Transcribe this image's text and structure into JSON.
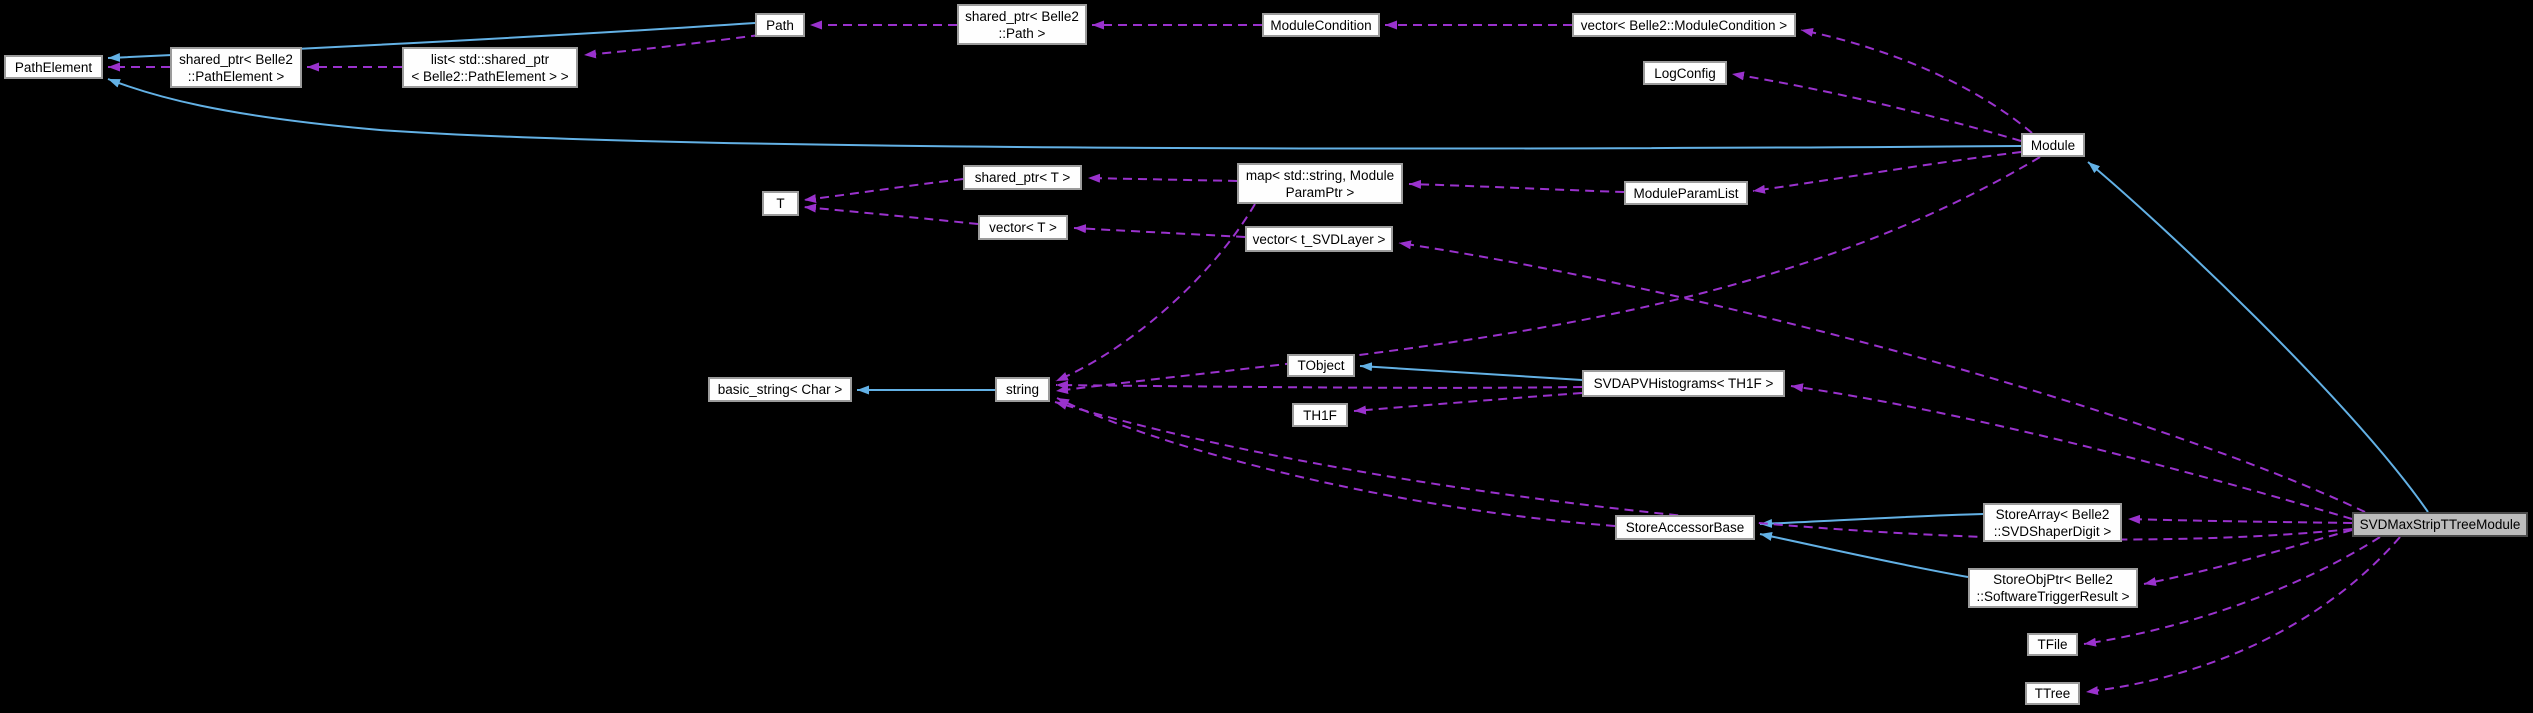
{
  "colors": {
    "background": "#000000",
    "node_fill": "#fefefe",
    "node_border": "#9b9b9b",
    "highlight_fill": "#bcbcbc",
    "highlight_border": "#4a4a4a",
    "text": "#000000",
    "inheritance_edge": "#63b1e5",
    "usage_edge": "#9a32cd"
  },
  "nodes": {
    "path_element": {
      "label": "PathElement"
    },
    "shared_ptr_belle2_path_element": {
      "label": "shared_ptr< Belle2\n::PathElement >"
    },
    "list_shared_ptr_path_element": {
      "label": "list< std::shared_ptr\n< Belle2::PathElement > >"
    },
    "path": {
      "label": "Path"
    },
    "shared_ptr_belle2_path": {
      "label": "shared_ptr< Belle2\n::Path >"
    },
    "module_condition": {
      "label": "ModuleCondition"
    },
    "vector_belle2_module_condition": {
      "label": "vector< Belle2::ModuleCondition >"
    },
    "log_config": {
      "label": "LogConfig"
    },
    "module": {
      "label": "Module"
    },
    "t": {
      "label": "T"
    },
    "shared_ptr_t": {
      "label": "shared_ptr< T >"
    },
    "map_std_string_module_param_ptr": {
      "label": "map< std::string, Module\nParamPtr >"
    },
    "vector_t": {
      "label": "vector< T >"
    },
    "vector_t_svdlayer": {
      "label": "vector< t_SVDLayer >"
    },
    "module_param_list": {
      "label": "ModuleParamList"
    },
    "tobject": {
      "label": "TObject"
    },
    "th1f": {
      "label": "TH1F"
    },
    "svdapv_histograms_th1f": {
      "label": "SVDAPVHistograms< TH1F >"
    },
    "basic_string_char": {
      "label": "basic_string< Char >"
    },
    "string": {
      "label": "string"
    },
    "store_accessor_base": {
      "label": "StoreAccessorBase"
    },
    "store_array_svd_shaper_digit": {
      "label": "StoreArray< Belle2\n::SVDShaperDigit >"
    },
    "store_obj_ptr_software_trigger_result": {
      "label": "StoreObjPtr< Belle2\n::SoftwareTriggerResult >"
    },
    "tfile": {
      "label": "TFile"
    },
    "ttree": {
      "label": "TTree"
    },
    "svd_max_strip_ttree_module": {
      "label": "SVDMaxStripTTreeModule"
    }
  },
  "edges": [
    {
      "from": "Path",
      "to": "PathElement",
      "type": "inheritance"
    },
    {
      "from": "Module",
      "to": "PathElement",
      "type": "inheritance"
    },
    {
      "from": "string",
      "to": "basic_string< Char >",
      "type": "inheritance"
    },
    {
      "from": "SVDAPVHistograms< TH1F >",
      "to": "TObject",
      "type": "inheritance"
    },
    {
      "from": "StoreArray< Belle2::SVDShaperDigit >",
      "to": "StoreAccessorBase",
      "type": "inheritance"
    },
    {
      "from": "StoreObjPtr< Belle2::SoftwareTriggerResult >",
      "to": "StoreAccessorBase",
      "type": "inheritance"
    },
    {
      "from": "SVDMaxStripTTreeModule",
      "to": "Module",
      "type": "inheritance"
    },
    {
      "from": "shared_ptr< Belle2::PathElement >",
      "to": "PathElement",
      "type": "usage"
    },
    {
      "from": "list< std::shared_ptr< Belle2::PathElement > >",
      "to": "shared_ptr< Belle2::PathElement >",
      "type": "usage"
    },
    {
      "from": "Path",
      "to": "list< std::shared_ptr< Belle2::PathElement > >",
      "type": "usage"
    },
    {
      "from": "shared_ptr< Belle2::Path >",
      "to": "Path",
      "type": "usage"
    },
    {
      "from": "ModuleCondition",
      "to": "shared_ptr< Belle2::Path >",
      "type": "usage"
    },
    {
      "from": "vector< Belle2::ModuleCondition >",
      "to": "ModuleCondition",
      "type": "usage"
    },
    {
      "from": "Module",
      "to": "vector< Belle2::ModuleCondition >",
      "type": "usage"
    },
    {
      "from": "Module",
      "to": "LogConfig",
      "type": "usage"
    },
    {
      "from": "Module",
      "to": "ModuleParamList",
      "type": "usage"
    },
    {
      "from": "Module",
      "to": "string",
      "type": "usage"
    },
    {
      "from": "ModuleParamList",
      "to": "map< std::string, ModuleParamPtr >",
      "type": "usage"
    },
    {
      "from": "map< std::string, ModuleParamPtr >",
      "to": "shared_ptr< T >",
      "type": "usage"
    },
    {
      "from": "map< std::string, ModuleParamPtr >",
      "to": "string",
      "type": "usage"
    },
    {
      "from": "shared_ptr< T >",
      "to": "T",
      "type": "usage"
    },
    {
      "from": "vector< T >",
      "to": "T",
      "type": "usage"
    },
    {
      "from": "vector< t_SVDLayer >",
      "to": "vector< T >",
      "type": "usage"
    },
    {
      "from": "SVDAPVHistograms< TH1F >",
      "to": "TH1F",
      "type": "usage"
    },
    {
      "from": "SVDAPVHistograms< TH1F >",
      "to": "string",
      "type": "usage"
    },
    {
      "from": "StoreAccessorBase",
      "to": "string",
      "type": "usage"
    },
    {
      "from": "SVDMaxStripTTreeModule",
      "to": "vector< t_SVDLayer >",
      "type": "usage"
    },
    {
      "from": "SVDMaxStripTTreeModule",
      "to": "SVDAPVHistograms< TH1F >",
      "type": "usage"
    },
    {
      "from": "SVDMaxStripTTreeModule",
      "to": "string",
      "type": "usage"
    },
    {
      "from": "SVDMaxStripTTreeModule",
      "to": "StoreArray< Belle2::SVDShaperDigit >",
      "type": "usage"
    },
    {
      "from": "SVDMaxStripTTreeModule",
      "to": "StoreObjPtr< Belle2::SoftwareTriggerResult >",
      "type": "usage"
    },
    {
      "from": "SVDMaxStripTTreeModule",
      "to": "TFile",
      "type": "usage"
    },
    {
      "from": "SVDMaxStripTTreeModule",
      "to": "TTree",
      "type": "usage"
    }
  ]
}
